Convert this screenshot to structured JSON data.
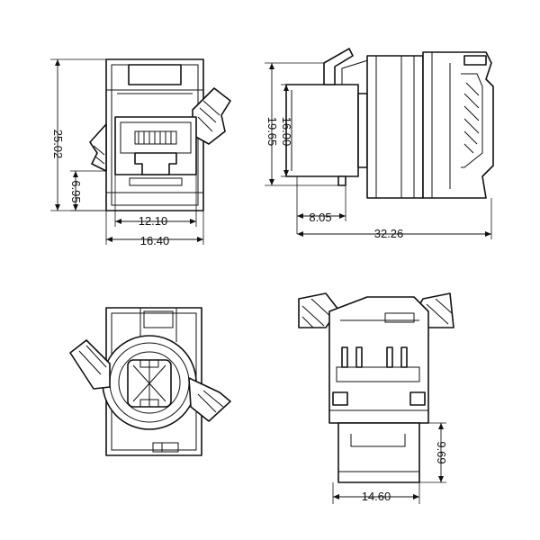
{
  "dimensions": {
    "front_height": "25.02",
    "jack_offset": "6.95",
    "jack_width": "12.10",
    "front_width": "16.40",
    "side_height_total": "19.65",
    "side_height_body": "16.00",
    "side_depth_small": "8.05",
    "side_depth_total": "32.26",
    "bottom_height": "9.69",
    "bottom_width": "14.60"
  }
}
